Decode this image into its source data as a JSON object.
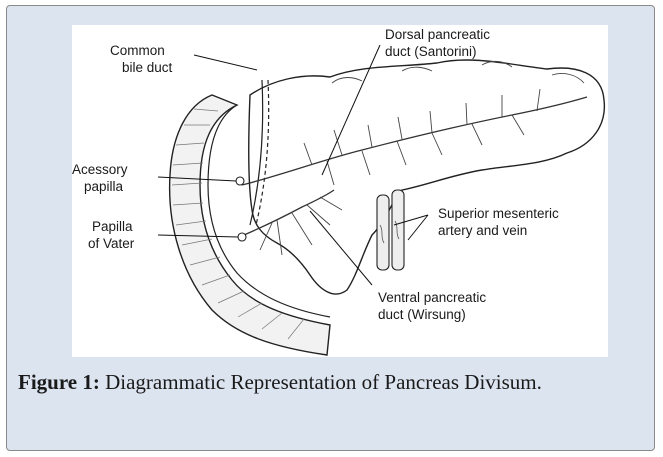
{
  "figure": {
    "labels": {
      "common_bile_duct": [
        "Common",
        "bile duct"
      ],
      "dorsal_duct": [
        "Dorsal pancreatic",
        "duct (Santorini)"
      ],
      "accessory_papilla": [
        "Acessory",
        "papilla"
      ],
      "papilla_of_vater": [
        "Papilla",
        "of Vater"
      ],
      "sma_smv": [
        "Superior mesenteric",
        "artery and vein"
      ],
      "ventral_duct": [
        "Ventral pancreatic",
        "duct (Wirsung)"
      ]
    }
  },
  "caption": {
    "prefix": "Figure 1:",
    "text": "Diagrammatic Representation of Pancreas Divisum."
  }
}
